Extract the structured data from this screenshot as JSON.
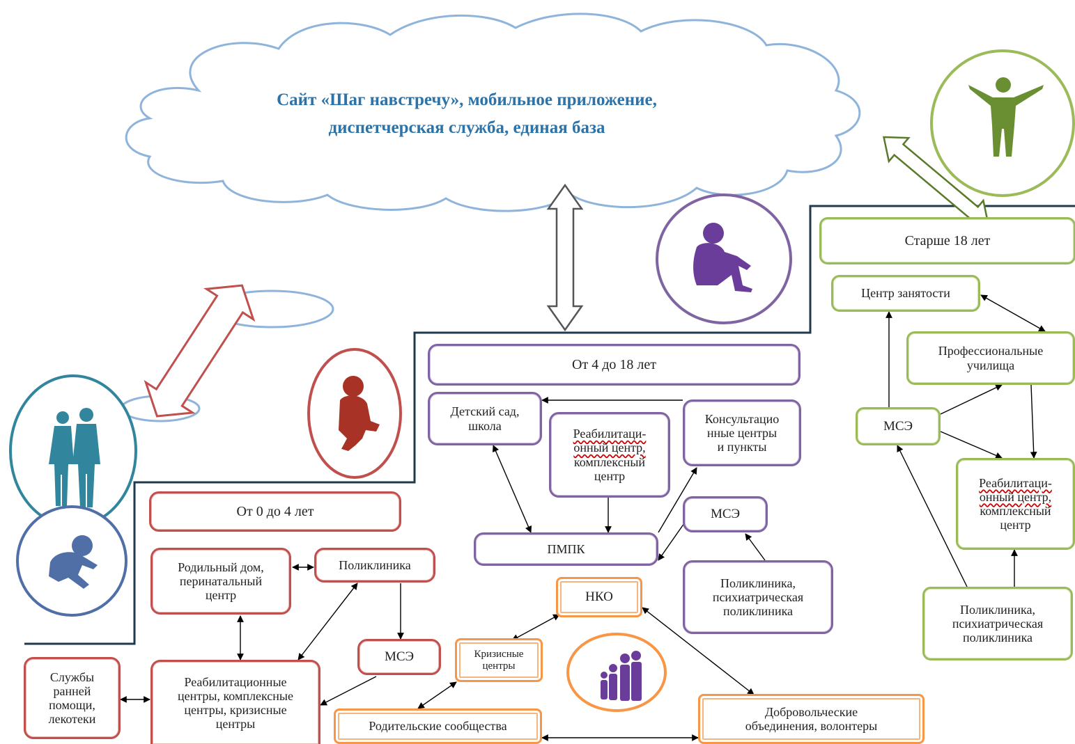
{
  "cloud": {
    "line1": "Сайт «Шаг навстречу», мобильное приложение,",
    "line2": "диспетчерская служба, единая база"
  },
  "age_groups": {
    "g0_4": "От 0 до 4 лет",
    "g4_18": "От 4 до 18 лет",
    "g18": "Старше 18 лет"
  },
  "nodes": {
    "maternity_l1": "Родильный дом,",
    "maternity_l2": "перинатальный",
    "maternity_l3": "центр",
    "clinic_red": "Поликлиника",
    "mse_red": "МСЭ",
    "rehab_red_l1": "Реабилитационные",
    "rehab_red_l2": "центры, комплексные",
    "rehab_red_l3": "центры, кризисные",
    "rehab_red_l4": "центры",
    "early_l1": "Службы",
    "early_l2": "ранней",
    "early_l3": "помощи,",
    "early_l4": "лекотеки",
    "school_l1": "Детский сад,",
    "school_l2": "школа",
    "rehab_purple_l1": "Реабилитаци-",
    "rehab_purple_l2": "онный центр,",
    "rehab_purple_l3": "комплексный",
    "rehab_purple_l4": "центр",
    "consult_l1": "Консультацио",
    "consult_l2": "нные центры",
    "consult_l3": "и пункты",
    "pmpk": "ПМПК",
    "mse_purple": "МСЭ",
    "clinic_purple_l1": "Поликлиника,",
    "clinic_purple_l2": "психиатрическая",
    "clinic_purple_l3": "поликлиника",
    "employment": "Центр занятости",
    "prof_l1": "Профессиональные",
    "prof_l2": "училища",
    "mse_green": "МСЭ",
    "rehab_green_l1": "Реабилитаци-",
    "rehab_green_l2": "онный центр,",
    "rehab_green_l3": "комплексный",
    "rehab_green_l4": "центр",
    "clinic_green_l1": "Поликлиника,",
    "clinic_green_l2": "психиатрическая",
    "clinic_green_l3": "поликлиника",
    "nko": "НКО",
    "crisis_l1": "Кризисные",
    "crisis_l2": "центры",
    "parents": "Родительские сообщества",
    "volunteers_l1": "Добровольческие",
    "volunteers_l2": "объединения, волонтеры"
  },
  "colors": {
    "cloud_stroke": "#8fb4dc",
    "cloud_text": "#2e73a8",
    "stair_line": "#1f3a4d",
    "red": "#c0504d",
    "purple": "#8064a2",
    "green": "#9bbb59",
    "orange": "#f79646",
    "teal": "#31859c",
    "blue": "#4f6fa6",
    "green_figure": "#6a8f32"
  },
  "icons": {
    "adults": "adults-silhouette-icon",
    "baby": "crawling-baby-icon",
    "toddler": "sitting-toddler-icon",
    "child": "sitting-child-icon",
    "man": "man-arms-outstretched-icon",
    "family": "family-icon"
  }
}
